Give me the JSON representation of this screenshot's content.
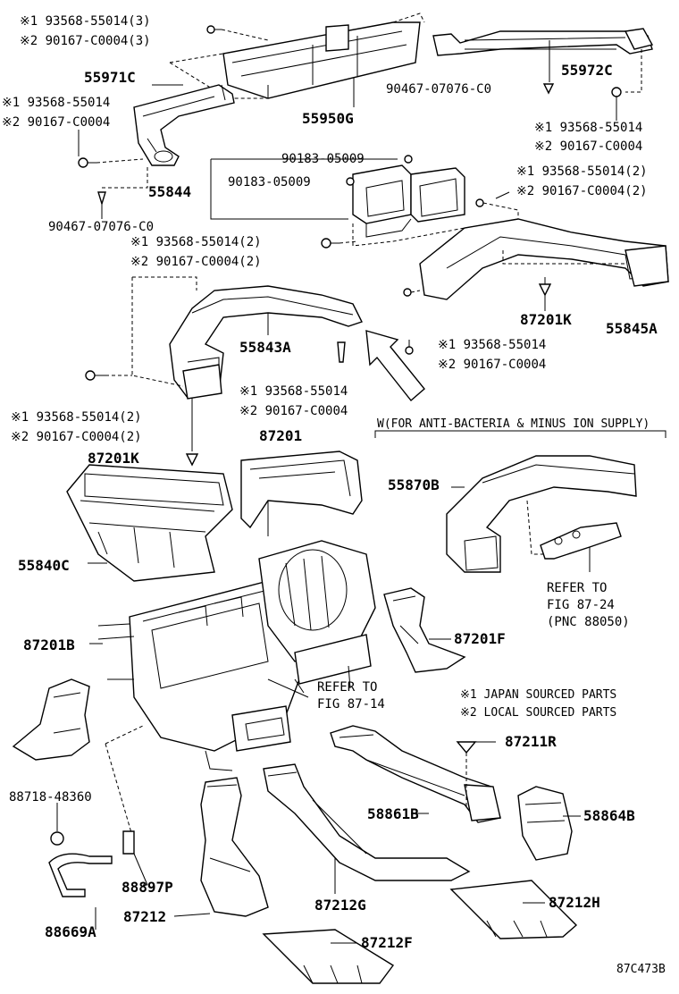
{
  "labels": {
    "l1": "※1 93568-55014(3)",
    "l2": "※2 90167-C0004(3)",
    "p55971c": "55971C",
    "l3": "※1 93568-55014",
    "l4": "※2 90167-C0004",
    "p55950g": "55950G",
    "p55972c": "55972C",
    "p90467a": "90467-07076-C0",
    "l5": "※1 93568-55014",
    "l6": "※2 90167-C0004",
    "p90183a": "90183-05009",
    "p90183b": "90183-05009",
    "p55844": "55844",
    "l7": "※1 93568-55014(2)",
    "l8": "※2 90167-C0004(2)",
    "p90467b": "90467-07076-C0",
    "l9": "※1 93568-55014(2)",
    "l10": "※2 90167-C0004(2)",
    "p55843a": "55843A",
    "p87201k_a": "87201K",
    "p55845a": "55845A",
    "l11": "※1 93568-55014",
    "l12": "※2 90167-C0004",
    "l13": "※1 93568-55014",
    "l14": "※2 90167-C0004",
    "l15": "※1 93568-55014(2)",
    "l16": "※2 90167-C0004(2)",
    "p87201": "87201",
    "w_note": "W(FOR ANTI-BACTERIA & MINUS ION SUPPLY)",
    "p87201k_b": "87201K",
    "p55870b": "55870B",
    "p55840c": "55840C",
    "refer1a": "REFER TO",
    "refer1b": "FIG 87-24",
    "refer1c": "(PNC 88050)",
    "p87201b": "87201B",
    "p87201f": "87201F",
    "refer2a": "REFER TO",
    "refer2b": "FIG 87-14",
    "note1": "※1 JAPAN SOURCED PARTS",
    "note2": "※2 LOCAL SOURCED PARTS",
    "p87211r": "87211R",
    "p88718": "88718-48360",
    "p58861b": "58861B",
    "p58864b": "58864B",
    "p88897p": "88897P",
    "p87212g": "87212G",
    "p87212h": "87212H",
    "p87212": "87212",
    "p87212f": "87212F",
    "p88669a": "88669A",
    "figcode": "87C473B"
  }
}
